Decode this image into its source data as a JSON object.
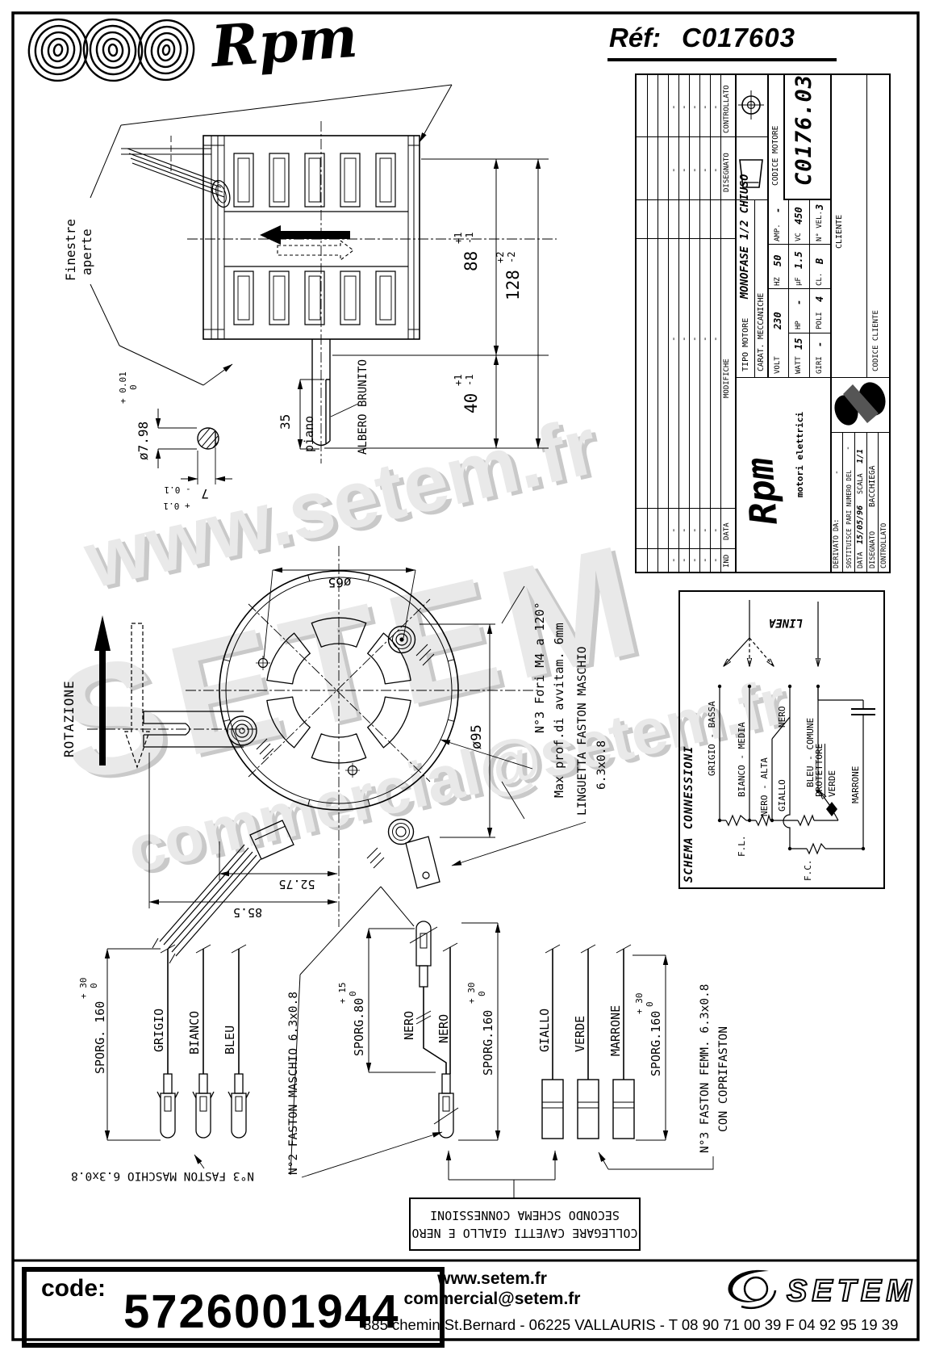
{
  "header": {
    "brand_name": "Rpm",
    "ref_label": "Réf:",
    "ref_value": "C017603"
  },
  "watermarks": {
    "www": "www.setem.fr",
    "setem": "SETEM",
    "email": "commercial@setem.fr"
  },
  "side_view": {
    "finestre_line1": "Finestre",
    "finestre_line2": "aperte",
    "albero_label": "ALBERO BRUNITO",
    "piano_label": "piano",
    "dim_35": "35",
    "dim_88": "88",
    "dim_88_tp": "+1",
    "dim_88_tm": "-1",
    "dim_128": "128",
    "dim_128_tp": "+2",
    "dim_128_tm": "-2",
    "dim_40": "40",
    "dim_40_tp": "+1",
    "dim_40_tm": "-1",
    "dia_shaft": "ø7.98",
    "dia_shaft_tp": "+ 0.01",
    "dia_shaft_tm": "0",
    "dim_flat": "7",
    "dim_flat_tp": "+ 0.1",
    "dim_flat_tm": "- 0.1"
  },
  "front_view": {
    "rotazione_label": "ROTAZIONE",
    "dia_65": "ø65",
    "dia_95": "ø95",
    "fori_note": "N°3 Fori M4 a 120°",
    "prof_note": "Max prof.di avvitam. 6mm",
    "linguetta_line1": "LINGUETTA FASTON MASCHIO",
    "linguetta_line2": "6.3x0.8",
    "dim_5275": "52.75",
    "dim_855": "85.5"
  },
  "title_block": {
    "dash": "-",
    "col_ind": "IND",
    "col_data": "DATA",
    "col_modifiche": "MODIFICHE",
    "disegnato": "DISEGNATO",
    "controllato": "CONTROLLATO",
    "tipo_motore_label": "TIPO MOTORE",
    "tipo_motore_value": "MONOFASE 1/2 CHIUSO",
    "carat_label": "CARAT. MECCANICHE",
    "volt_label": "VOLT",
    "volt_value": "230",
    "hz_label": "HZ",
    "hz_value": "50",
    "amp_label": "AMP.",
    "amp_value": "-",
    "watt_label": "WATT",
    "watt_value": "15",
    "hp_label": "HP",
    "hp_value": "-",
    "uf_label": "µF",
    "uf_value": "1.5",
    "vc_label": "VC",
    "vc_value": "450",
    "giri_label": "GIRI",
    "giri_value": "-",
    "poli_label": "POLI",
    "poli_value": "4",
    "cl_label": "CL.",
    "cl_value": "B",
    "nvel_label": "N° VEL.",
    "nvel_value": "3",
    "codice_motore_label": "CODICE MOTORE",
    "codice_motore_value": "C0176.03",
    "cliente_label": "CLIENTE",
    "codice_cliente_label": "CODICE CLIENTE",
    "logo_script": "Rpm",
    "logo_sub": "motori elettrici",
    "derivato_label": "DERIVATO DA:",
    "derivato_value": "-",
    "sostituisce_label": "SOSTITUISCE PARI NUMERO DEL",
    "sostituisce_value": "-",
    "data_label": "DATA",
    "data_value": "15/05/96",
    "scala_label": "SCALA",
    "scala_value": "1/1",
    "disegnato_value": "BACCHIEGA"
  },
  "schema": {
    "title": "SCHEMA CONNESSIONI",
    "linea": "LINEA",
    "wire_grigio": "GRIGIO - BASSA",
    "wire_bianco": "BIANCO - MEDIA",
    "wire_nero_alta": "NERO - ALTA",
    "wire_nero": "NERO",
    "wire_giallo": "GIALLO",
    "wire_bleu": "BLEU - COMUNE",
    "protettore": "PROTETTORE",
    "verde": "VERDE",
    "marrone": "MARRONE",
    "fl": "F.L.",
    "fc": "F.C."
  },
  "cables": {
    "g1_wire1": "GRIGIO",
    "g1_wire2": "BIANCO",
    "g1_wire3": "BLEU",
    "g1_sporg": "SPORG. 160",
    "g1_tp": "+ 30",
    "g1_tm": "0",
    "g1_note": "N°3 FASTON MASCHIO 6.3x0.8",
    "g2_wire1": "NERO",
    "g2_wire2": "NERO",
    "g2_sporg80": "SPORG.80",
    "g2_tp80": "+ 15",
    "g2_tm80": "0",
    "g2_sporg160": "SPORG.160",
    "g2_tp160": "+ 30",
    "g2_tm160": "0",
    "g2_note": "N°2 FASTON MASCHIO 6.3x0.8",
    "g3_wire1": "GIALLO",
    "g3_wire2": "VERDE",
    "g3_wire3": "MARRONE",
    "g3_sporg": "SPORG.160",
    "g3_tp": "+ 30",
    "g3_tm": "0",
    "g3_note_line1": "N°3 FASTON FEMM. 6.3x0.8",
    "g3_note_line2": "CON COPRIFASTON",
    "note_line1": "COLLEGARE CAVETTI GIALLO E NERO",
    "note_line2": "SECONDO SCHEMA CONNESSIONI"
  },
  "footer": {
    "code_label": "code:",
    "code_value": "5726001944",
    "website": "www.setem.fr",
    "email": "commercial@setem.fr",
    "brand": "SETEM",
    "address": "885 chemin St.Bernard  -  06225 VALLAURIS  -  T 08 90 71 00 39   F 04 92 95 19 39"
  }
}
